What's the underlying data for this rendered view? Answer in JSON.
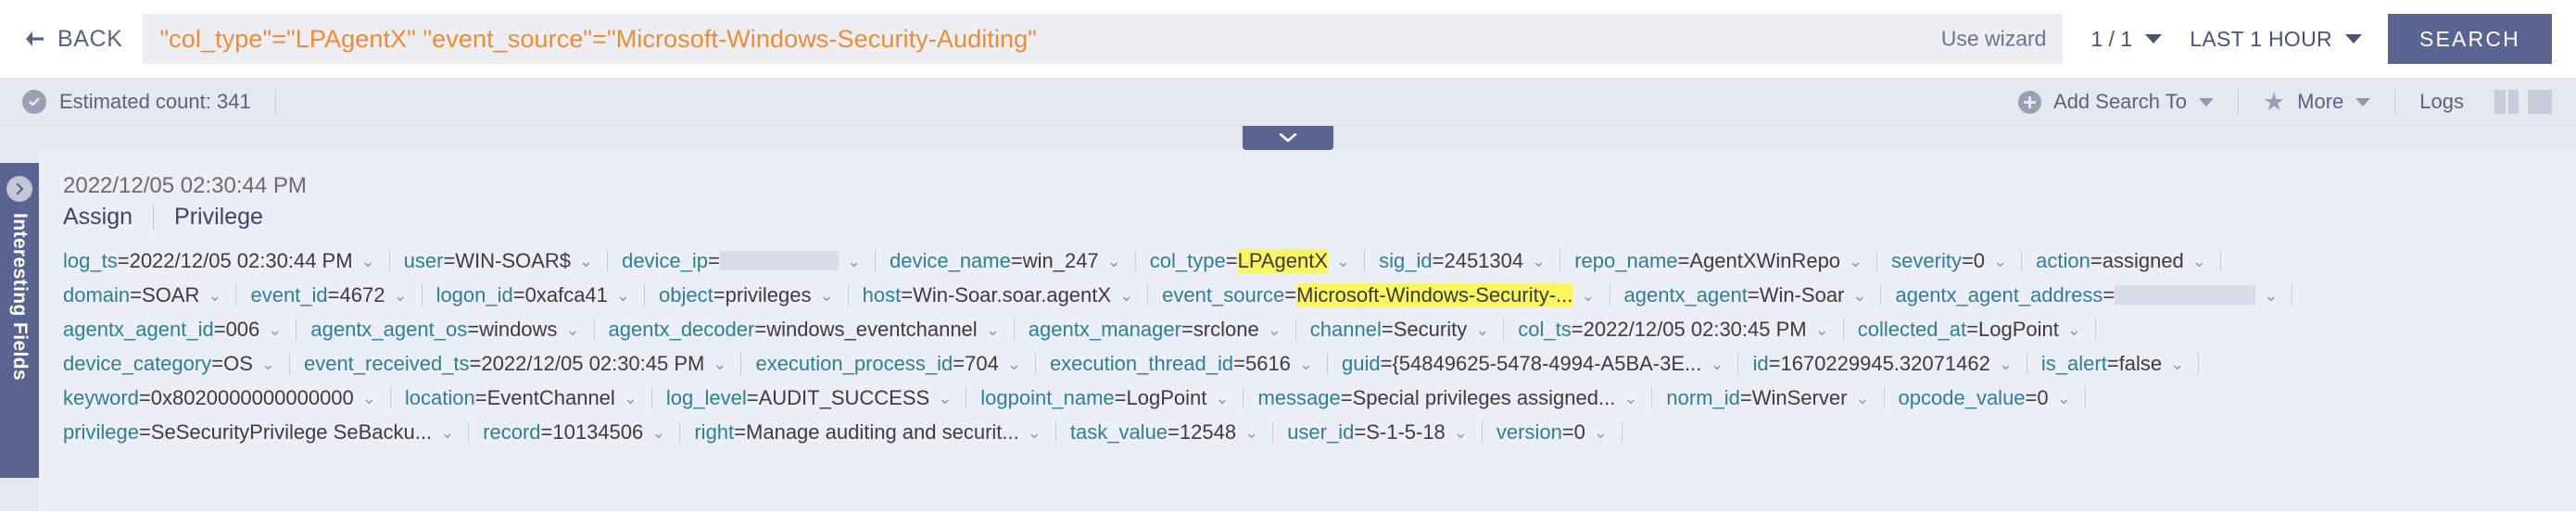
{
  "topbar": {
    "back_label": "BACK",
    "back_icon": "arrow-left-icon",
    "query": "\"col_type\"=\"LPAgentX\"  \"event_source\"=\"Microsoft-Windows-Security-Auditing\"",
    "use_wizard_label": "Use wizard",
    "page_indicator": "1 / 1",
    "time_range_label": "LAST 1 HOUR",
    "search_button_label": "SEARCH",
    "accent_query_color": "#ef8b33",
    "search_button_color": "#5a6490"
  },
  "statusbar": {
    "estimated_count_label": "Estimated count: 341",
    "check_icon": "check-circle-icon",
    "add_search_to_label": "Add Search To",
    "add_icon": "plus-circle-icon",
    "more_label": "More",
    "star_icon": "star-icon",
    "logs_label": "Logs",
    "view_toggle_split": "split-view-icon",
    "view_toggle_full": "full-view-icon"
  },
  "collapse_handle": {
    "icon": "chevron-double-down-icon"
  },
  "sidebar": {
    "label": "Interesting Fields",
    "chevron_icon": "chevron-right-circle-icon",
    "background": "#5a6490"
  },
  "result": {
    "timestamp": "2022/12/05 02:30:44 PM",
    "tags": [
      "Assign",
      "Privilege"
    ],
    "rows": [
      [
        {
          "key": "log_ts",
          "value": "2022/12/05 02:30:44 PM"
        },
        {
          "key": "user",
          "value": "WIN-SOAR$"
        },
        {
          "key": "device_ip",
          "value": "",
          "redacted": true
        },
        {
          "key": "device_name",
          "value": "win_247"
        },
        {
          "key": "col_type",
          "value": "LPAgentX",
          "highlight": true
        },
        {
          "key": "sig_id",
          "value": "2451304"
        },
        {
          "key": "repo_name",
          "value": "AgentXWinRepo"
        },
        {
          "key": "severity",
          "value": "0"
        },
        {
          "key": "action",
          "value": "assigned"
        }
      ],
      [
        {
          "key": "domain",
          "value": "SOAR"
        },
        {
          "key": "event_id",
          "value": "4672"
        },
        {
          "key": "logon_id",
          "value": "0xafca41"
        },
        {
          "key": "object",
          "value": "privileges"
        },
        {
          "key": "host",
          "value": "Win-Soar.soar.agentX"
        },
        {
          "key": "event_source",
          "value": "Microsoft-Windows-Security-...",
          "highlight": true
        },
        {
          "key": "agentx_agent",
          "value": "Win-Soar"
        },
        {
          "key": "agentx_agent_address",
          "value": "",
          "redacted": true,
          "redact_wide": true
        }
      ],
      [
        {
          "key": "agentx_agent_id",
          "value": "006"
        },
        {
          "key": "agentx_agent_os",
          "value": "windows"
        },
        {
          "key": "agentx_decoder",
          "value": "windows_eventchannel"
        },
        {
          "key": "agentx_manager",
          "value": "srclone"
        },
        {
          "key": "channel",
          "value": "Security"
        },
        {
          "key": "col_ts",
          "value": "2022/12/05 02:30:45 PM"
        },
        {
          "key": "collected_at",
          "value": "LogPoint"
        }
      ],
      [
        {
          "key": "device_category",
          "value": "OS"
        },
        {
          "key": "event_received_ts",
          "value": "2022/12/05 02:30:45 PM"
        },
        {
          "key": "execution_process_id",
          "value": "704"
        },
        {
          "key": "execution_thread_id",
          "value": "5616"
        },
        {
          "key": "guid",
          "value": "{54849625-5478-4994-A5BA-3E..."
        },
        {
          "key": "id",
          "value": "1670229945.32071462"
        },
        {
          "key": "is_alert",
          "value": "false"
        }
      ],
      [
        {
          "key": "keyword",
          "value": "0x8020000000000000"
        },
        {
          "key": "location",
          "value": "EventChannel"
        },
        {
          "key": "log_level",
          "value": "AUDIT_SUCCESS"
        },
        {
          "key": "logpoint_name",
          "value": "LogPoint"
        },
        {
          "key": "message",
          "value": "Special privileges assigned..."
        },
        {
          "key": "norm_id",
          "value": "WinServer"
        },
        {
          "key": "opcode_value",
          "value": "0"
        }
      ],
      [
        {
          "key": "privilege",
          "value": "SeSecurityPrivilege SeBacku..."
        },
        {
          "key": "record",
          "value": "10134506"
        },
        {
          "key": "right",
          "value": "Manage auditing and securit..."
        },
        {
          "key": "task_value",
          "value": "12548"
        },
        {
          "key": "user_id",
          "value": "S-1-5-18"
        },
        {
          "key": "version",
          "value": "0"
        }
      ]
    ]
  }
}
